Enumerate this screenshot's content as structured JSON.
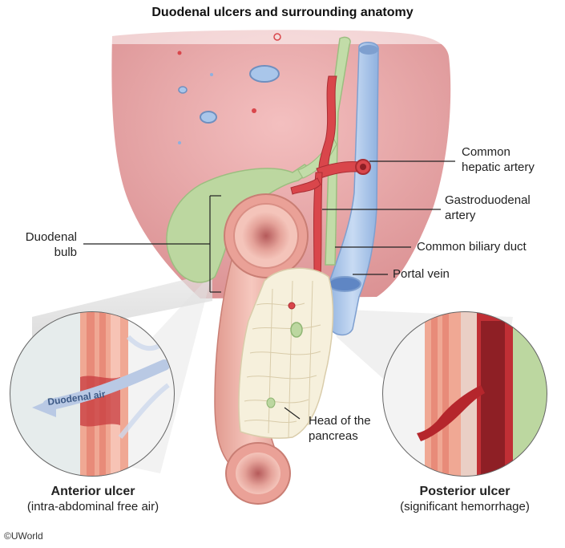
{
  "title": "Duodenal ulcers and surrounding anatomy",
  "labels": {
    "common_hepatic_artery": [
      "Common",
      "hepatic artery"
    ],
    "gastroduodenal_artery": [
      "Gastroduodenal",
      "artery"
    ],
    "duodenal_bulb": [
      "Duodenal",
      "bulb"
    ],
    "common_biliary_duct": "Common biliary duct",
    "portal_vein": "Portal vein",
    "head_of_pancreas": [
      "Head of the",
      "pancreas"
    ],
    "duodenal_air": "Duodenal air"
  },
  "insets": {
    "anterior": {
      "title": "Anterior ulcer",
      "subtitle": "(intra-abdominal free air)"
    },
    "posterior": {
      "title": "Posterior ulcer",
      "subtitle": "(significant hemorrhage)"
    }
  },
  "copyright": "©UWorld",
  "colors": {
    "liver": "#e9a3a3",
    "portal_vein": "#a9c6ea",
    "bile_duct": "#c2dca8",
    "artery": "#d9464b",
    "duodenum": "#eeb0a6",
    "pancreas": "#f6f0dc"
  }
}
